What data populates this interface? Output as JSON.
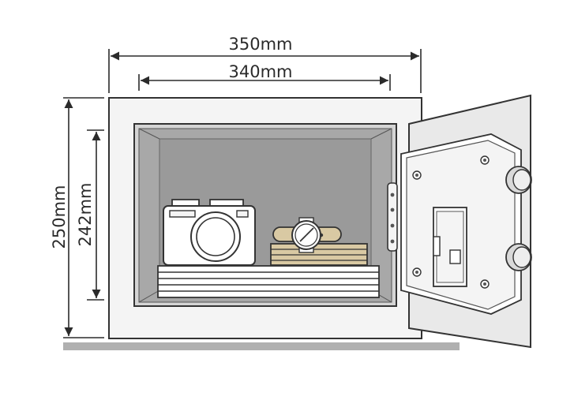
{
  "dimensions": {
    "outer_width": "350mm",
    "inner_width": "340mm",
    "outer_height": "250mm",
    "inner_height": "242mm"
  },
  "colors": {
    "outline": "#333333",
    "body_fill": "#f4f4f4",
    "cavity_fill": "#a8a8a8",
    "cavity_back": "#9a9a9a",
    "door_fill": "#e9e9e9",
    "floor": "#b0b0b0",
    "watch_strap": "#d9c9a3"
  },
  "icons": [
    "camera-icon",
    "watch-icon",
    "keypad-icon",
    "door-knob-icon",
    "hinge-icon"
  ]
}
